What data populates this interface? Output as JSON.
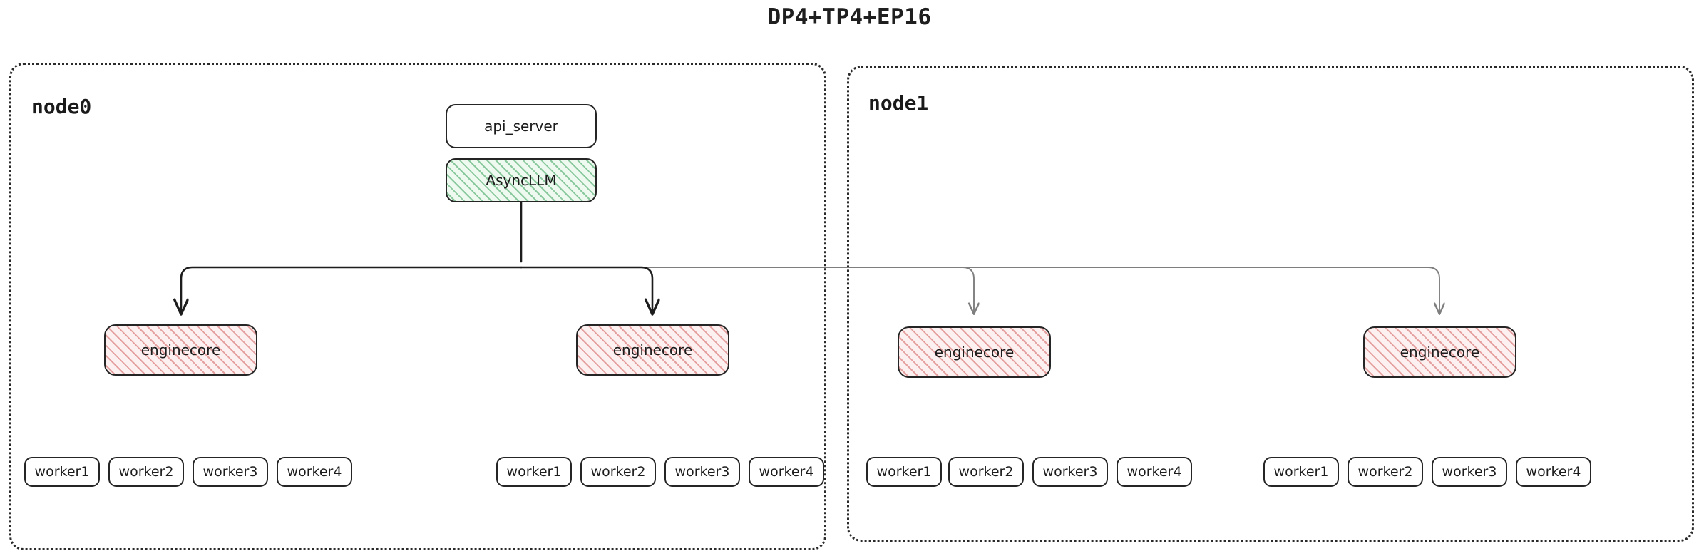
{
  "title": "DP4+TP4+EP16",
  "colors": {
    "border": "#252525",
    "node_border": "#2a2a2a",
    "async_hatch": "#38a05a",
    "async_fill": "#eef9ef",
    "engine_hatch": "#d66e6e",
    "engine_fill": "#fdf0f0",
    "wire_local": "#1d1d1d",
    "wire_remote": "#7e7e7e",
    "background": "#ffffff",
    "text": "#1c1c1c"
  },
  "nodes": [
    {
      "id": "node0",
      "label": "node0",
      "top_boxes": [
        {
          "name": "api_server",
          "label": "api_server"
        },
        {
          "name": "async_llm",
          "label": "AsyncLLM"
        }
      ],
      "enginecores": [
        {
          "label": "enginecore"
        },
        {
          "label": "enginecore"
        }
      ],
      "worker_groups": [
        {
          "workers": [
            "worker1",
            "worker2",
            "worker3",
            "worker4"
          ]
        },
        {
          "workers": [
            "worker1",
            "worker2",
            "worker3",
            "worker4"
          ]
        }
      ]
    },
    {
      "id": "node1",
      "label": "node1",
      "top_boxes": [],
      "enginecores": [
        {
          "label": "enginecore"
        },
        {
          "label": "enginecore"
        }
      ],
      "worker_groups": [
        {
          "workers": [
            "worker1",
            "worker2",
            "worker3",
            "worker4"
          ]
        },
        {
          "workers": [
            "worker1",
            "worker2",
            "worker3",
            "worker4"
          ]
        }
      ]
    }
  ],
  "connections": {
    "source": "AsyncLLM",
    "targets": [
      {
        "to": "node0.enginecore.0",
        "style": "local"
      },
      {
        "to": "node0.enginecore.1",
        "style": "local"
      },
      {
        "to": "node1.enginecore.0",
        "style": "remote"
      },
      {
        "to": "node1.enginecore.1",
        "style": "remote"
      }
    ]
  }
}
